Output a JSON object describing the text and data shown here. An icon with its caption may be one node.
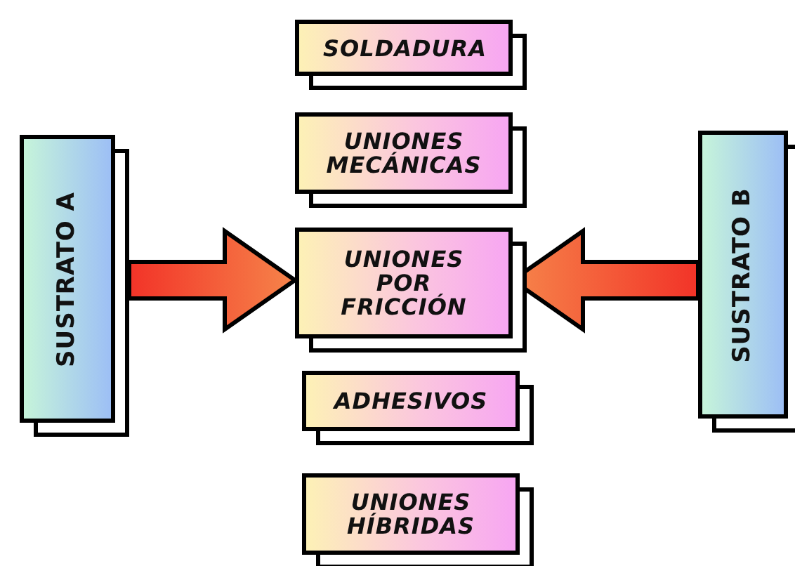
{
  "diagram": {
    "nodes": [
      {
        "text": [
          "SUSTRATO A"
        ]
      },
      {
        "text": [
          "SOLDADURA"
        ]
      },
      {
        "text": [
          "UNIONES MECÁNICAS"
        ]
      },
      {
        "text": [
          "UNIONES POR FRICCIÓN"
        ]
      },
      {
        "text": [
          "ADHESIVOS"
        ]
      },
      {
        "text": [
          "UNIONES HÍBRIDAS"
        ]
      },
      {
        "text": [
          "SUSTRATO B"
        ]
      }
    ],
    "edges": [
      {
        "from": 0,
        "to": 3,
        "arrow": "to"
      },
      {
        "from": 6,
        "to": 3,
        "arrow": "to"
      }
    ]
  }
}
